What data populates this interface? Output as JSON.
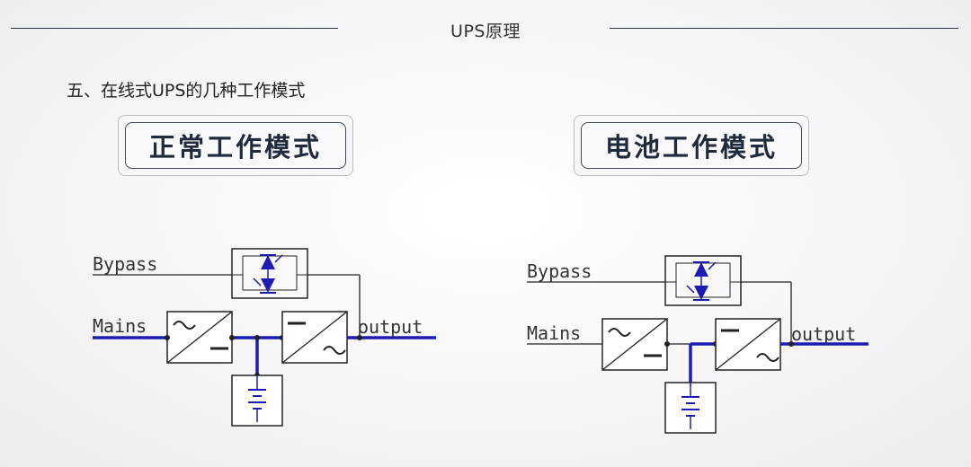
{
  "header": {
    "title": "UPS原理"
  },
  "section": {
    "title": "五、在线式UPS的几种工作模式"
  },
  "modes": [
    {
      "label": "正常工作模式"
    },
    {
      "label": "电池工作模式"
    }
  ],
  "diagram_labels": {
    "bypass": "Bypass",
    "mains": "Mains",
    "output": "output",
    "ac_symbol": "~",
    "dc_symbol": "—"
  },
  "colors": {
    "active_path": "#1c1cb4",
    "line": "#222222"
  }
}
